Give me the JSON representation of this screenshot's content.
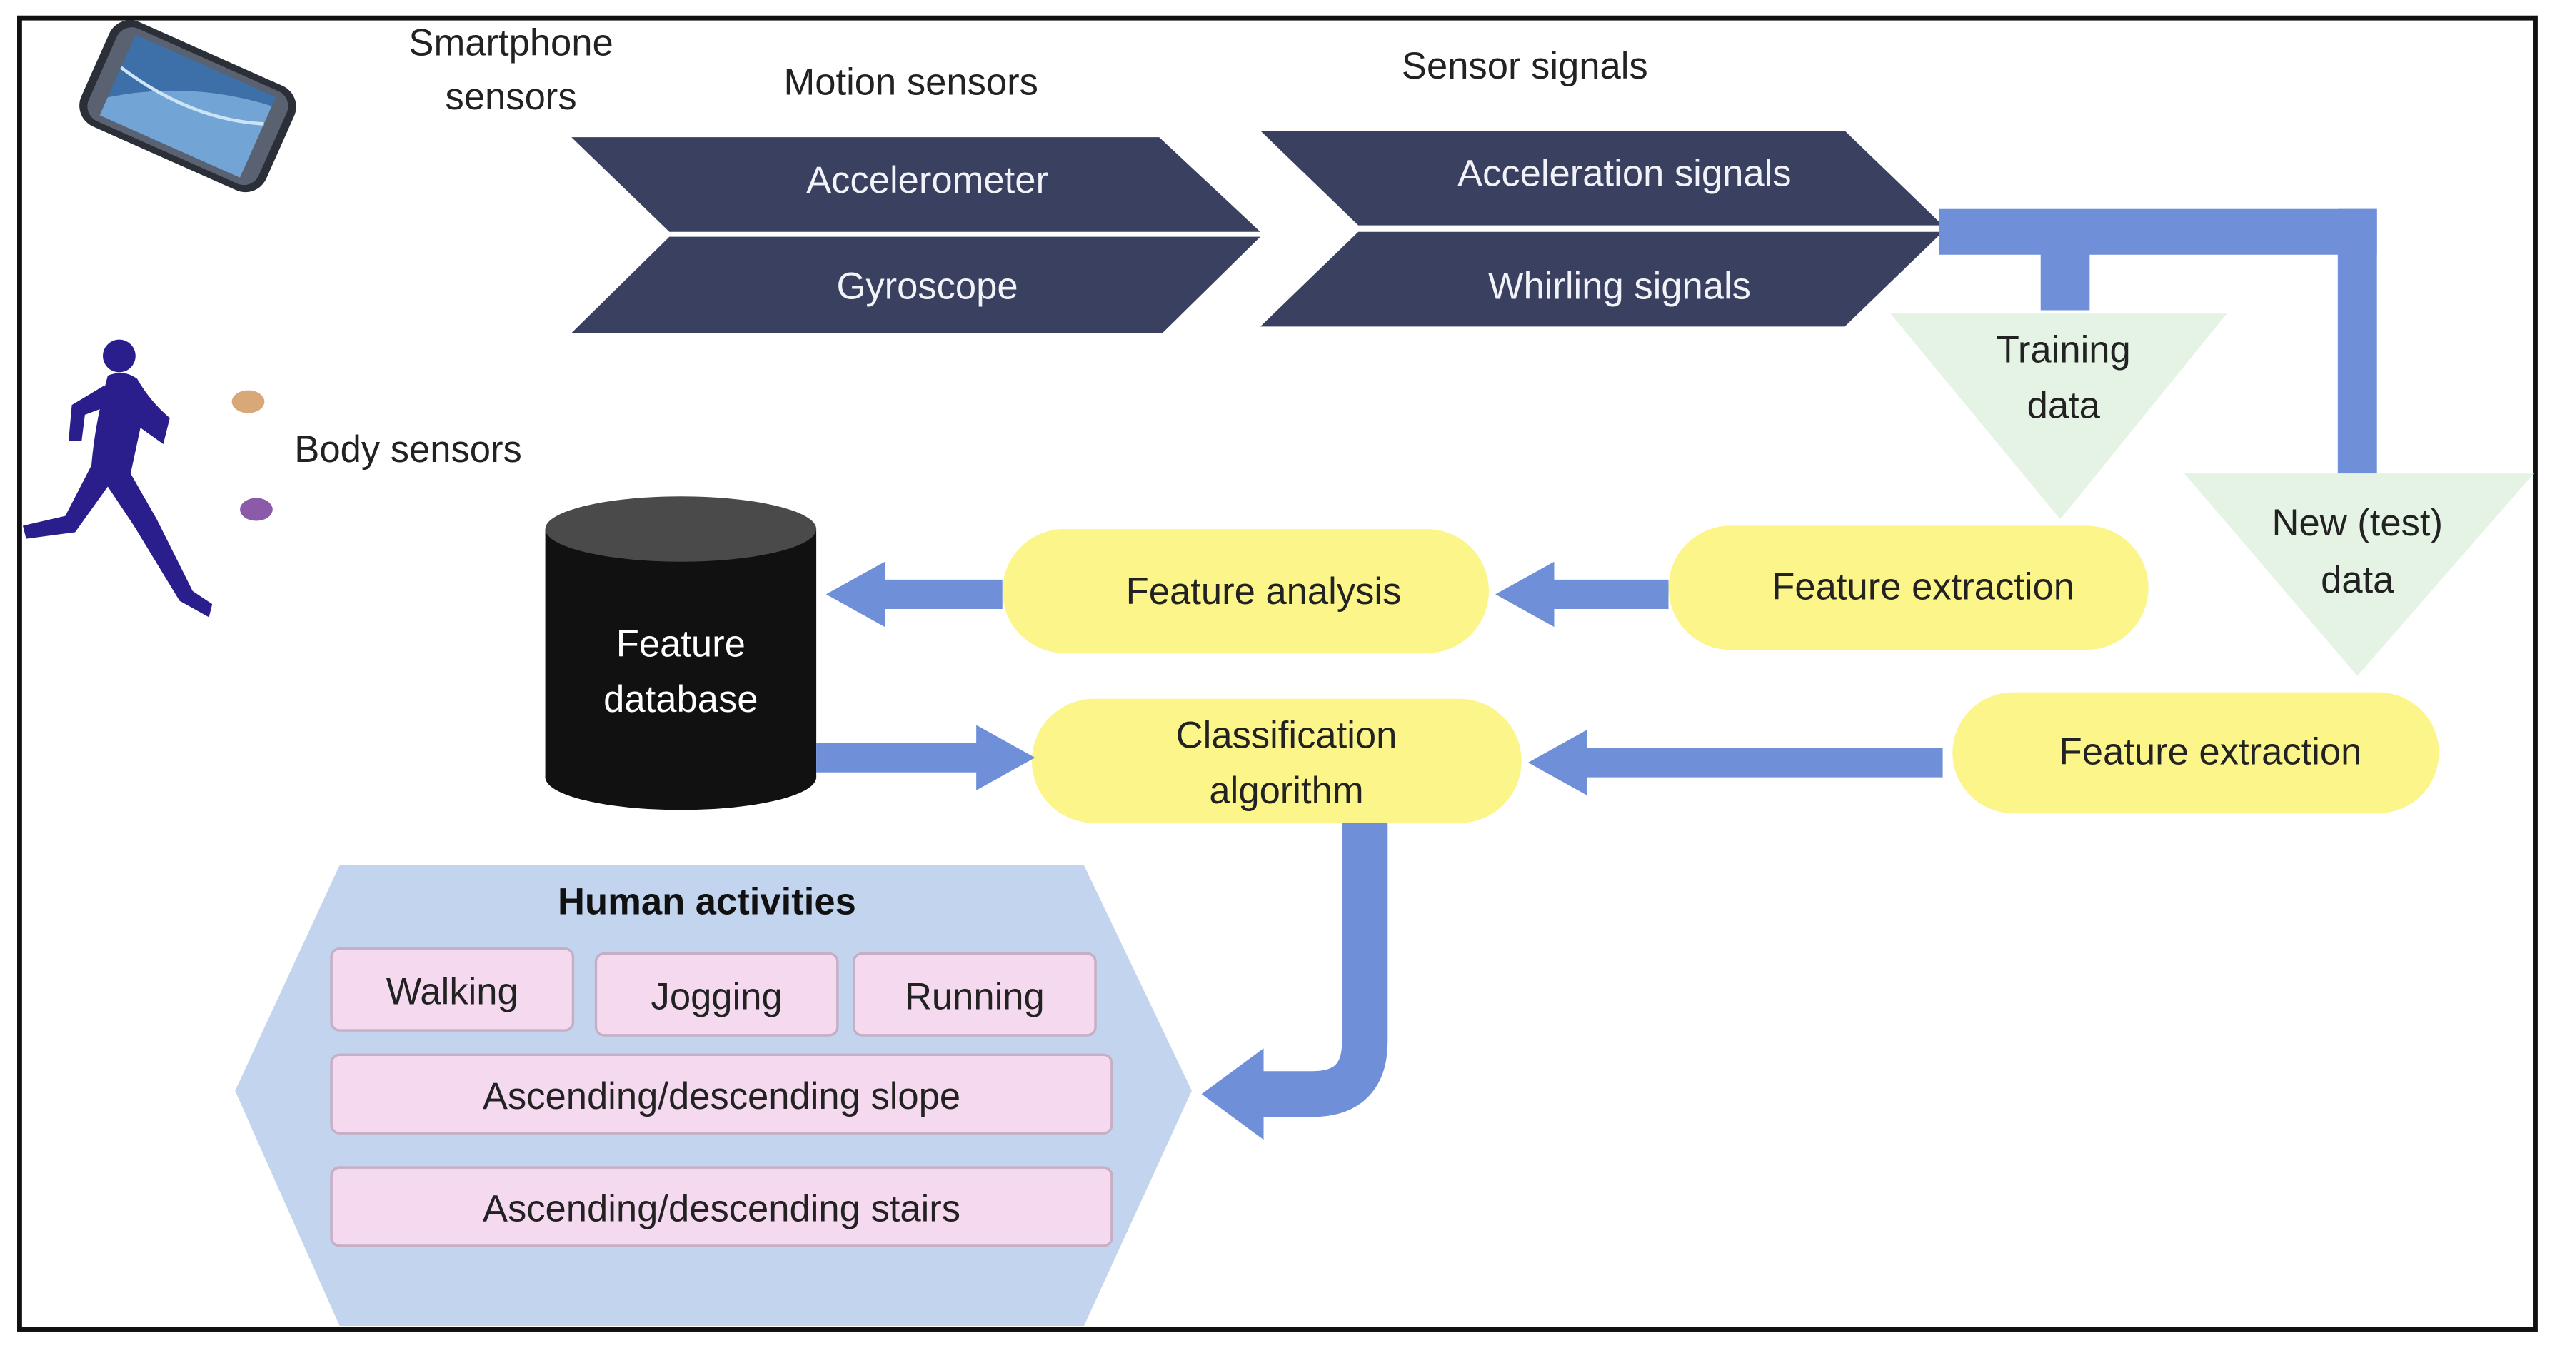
{
  "diagram": {
    "captions": {
      "smartphone_line1": "Smartphone",
      "smartphone_line2": "sensors",
      "motion_sensors": "Motion sensors",
      "sensor_signals": "Sensor signals",
      "body_sensors": "Body sensors"
    },
    "motion_sensors": {
      "accelerometer": "Accelerometer",
      "gyroscope": "Gyroscope"
    },
    "sensor_signals": {
      "acceleration": "Acceleration signals",
      "whirling": "Whirling signals"
    },
    "training_data": {
      "line1": "Training",
      "line2": "data"
    },
    "test_data": {
      "line1": "New (test)",
      "line2": "data"
    },
    "feature_database": {
      "line1": "Feature",
      "line2": "database"
    },
    "feature_analysis": "Feature analysis",
    "feature_extraction_top": "Feature extraction",
    "feature_extraction_bottom": "Feature extraction",
    "classification": {
      "line1": "Classification",
      "line2": "algorithm"
    },
    "human_activities": {
      "title": "Human activities",
      "walking": "Walking",
      "jogging": "Jogging",
      "running": "Running",
      "slope": "Ascending/descending slope",
      "stairs": "Ascending/descending stairs"
    },
    "colors": {
      "chevron": "#3a4060",
      "arrow": "#6f8fd8",
      "pill": "#fbf58a",
      "triangle": "#e4f3e4",
      "hexagon": "#c3d5ee",
      "activity_box": "#f4d9ef",
      "database": "#111111"
    }
  }
}
